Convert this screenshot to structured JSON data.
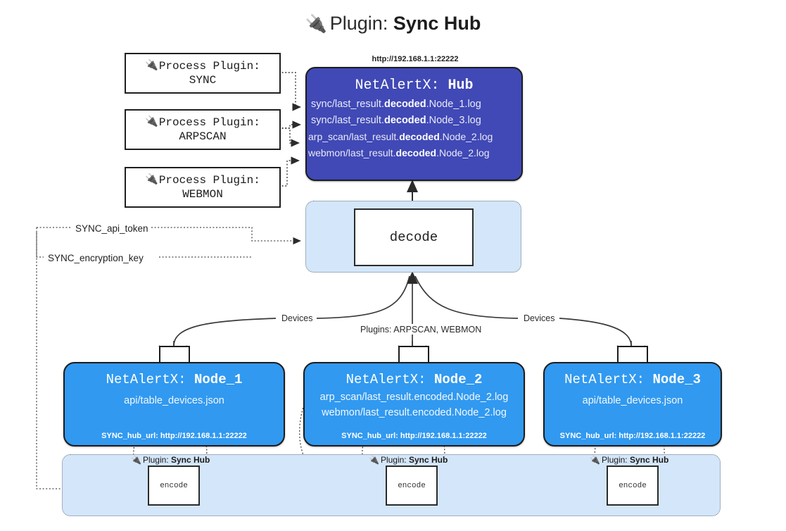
{
  "title": {
    "icon": "plug-icon",
    "prefix": "Plugin:",
    "name": "Sync Hub"
  },
  "process_plugins": [
    {
      "label": "Process Plugin:",
      "name": "SYNC",
      "icon": "plug-icon"
    },
    {
      "label": "Process Plugin:",
      "name": "ARPSCAN",
      "icon": "plug-icon"
    },
    {
      "label": "Process Plugin:",
      "name": "WEBMON",
      "icon": "plug-icon"
    }
  ],
  "hub": {
    "url": "http://192.168.1.1:22222",
    "title_prefix": "NetAlertX:",
    "title_name": "Hub",
    "logs": [
      {
        "pre": "sync/last_result.",
        "mid": "decoded",
        "post": ".Node_1.log"
      },
      {
        "pre": "sync/last_result.",
        "mid": "decoded",
        "post": ".Node_3.log"
      },
      {
        "pre": "arp_scan/last_result.",
        "mid": "decoded",
        "post": ".Node_2.log"
      },
      {
        "pre": "webmon/last_result.",
        "mid": "decoded",
        "post": ".Node_2.log"
      }
    ]
  },
  "decode": {
    "label": "decode"
  },
  "settings": {
    "api_token": "SYNC_api_token",
    "encryption_key": "SYNC_encryption_key"
  },
  "edge_labels": {
    "devices_left": "Devices",
    "devices_right": "Devices",
    "plugins_center": "Plugins: ARPSCAN, WEBMON"
  },
  "nodes": [
    {
      "title_prefix": "NetAlertX:",
      "title_name": "Node_1",
      "lines": [
        "api/table_devices.json"
      ],
      "hub_url_label": "SYNC_hub_url: http://192.168.1.1:22222",
      "icon": "envelope-icon"
    },
    {
      "title_prefix": "NetAlertX:",
      "title_name": "Node_2",
      "lines": [
        "arp_scan/last_result.encoded.Node_2.log",
        "webmon/last_result.encoded.Node_2.log"
      ],
      "hub_url_label": "SYNC_hub_url: http://192.168.1.1:22222",
      "icon": "envelope-icon"
    },
    {
      "title_prefix": "NetAlertX:",
      "title_name": "Node_3",
      "lines": [
        "api/table_devices.json"
      ],
      "hub_url_label": "SYNC_hub_url: http://192.168.1.1:22222",
      "icon": "envelope-icon"
    }
  ],
  "encoders": [
    {
      "tag_prefix": "Plugin:",
      "tag_name": "Sync Hub",
      "label": "encode",
      "icon": "plug-icon"
    },
    {
      "tag_prefix": "Plugin:",
      "tag_name": "Sync Hub",
      "label": "encode",
      "icon": "plug-icon"
    },
    {
      "tag_prefix": "Plugin:",
      "tag_name": "Sync Hub",
      "label": "encode",
      "icon": "plug-icon"
    }
  ],
  "colors": {
    "hub_blue": "#4049b5",
    "node_blue": "#3199f0",
    "container_blue": "#d4e6f9",
    "stroke": "#1c1c1c",
    "background": "#ffffff"
  }
}
